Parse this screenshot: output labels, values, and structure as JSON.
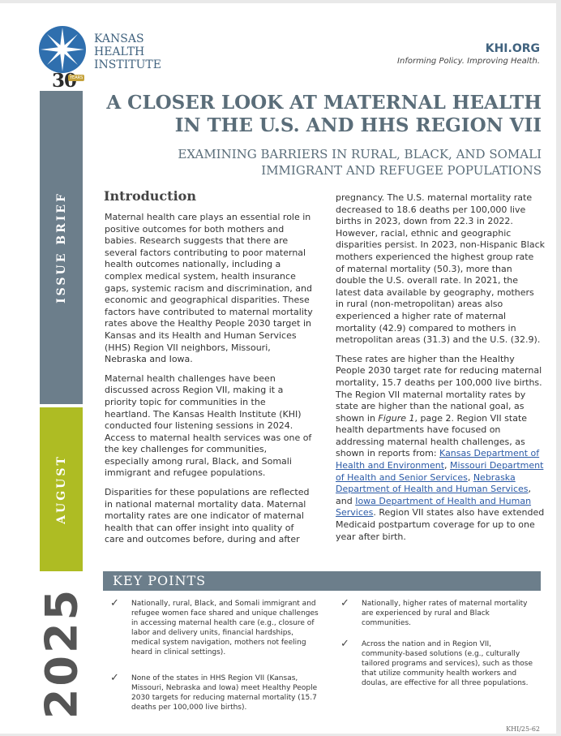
{
  "header": {
    "logo_lines": [
      "KANSAS",
      "HEALTH",
      "INSTITUTE"
    ],
    "logo_anniversary": "30",
    "logo_anniversary_badge": "YEARS",
    "site": "KHI.ORG",
    "tagline": "Informing Policy. Improving Health."
  },
  "sidebar": {
    "category": "ISSUE BRIEF",
    "month": "AUGUST",
    "year": "2025"
  },
  "title": {
    "line1": "A CLOSER LOOK AT MATERNAL HEALTH",
    "line2": "IN THE U.S. AND HHS REGION VII",
    "sub1": "EXAMINING BARRIERS IN RURAL, BLACK, AND SOMALI",
    "sub2": "IMMIGRANT AND REFUGEE POPULATIONS"
  },
  "intro": {
    "heading": "Introduction",
    "p1": "Maternal health care plays an essential role in positive outcomes for both mothers and babies. Research suggests that there are several factors contributing to poor maternal health outcomes nationally, including a complex medical system, health insurance gaps, systemic racism and discrimination, and economic and geographical disparities. These factors have contributed to maternal mortality rates above the Healthy People 2030 target in Kansas and its Health and Human Services (HHS) Region VII neighbors, Missouri, Nebraska and Iowa.",
    "p2": "Maternal health challenges have been discussed across Region VII, making it a priority topic for communities in the heartland. The Kansas Health Institute (KHI) conducted four listening sessions in 2024. Access to maternal health services was one of the key challenges for communities, especially among rural, Black, and Somali immigrant and refugee populations.",
    "p3": "Disparities for these populations are reflected in national maternal mortality data. Maternal mortality rates are one indicator of maternal health that can offer insight into quality of care and outcomes before, during and after",
    "p4": "pregnancy. The U.S. maternal mortality rate decreased to 18.6 deaths per 100,000 live births in 2023, down from 22.3 in 2022. However, racial, ethnic and geographic disparities persist. In 2023, non-Hispanic Black mothers experienced the highest group rate of maternal mortality (50.3), more than double the U.S. overall rate. In 2021, the latest data available by geography, mothers in rural (non-metropolitan) areas also experienced a higher rate of maternal mortality (42.9) compared to mothers in metropolitan areas (31.3) and the U.S. (32.9).",
    "p5a": "These rates are higher than the Healthy People 2030 target rate for reducing maternal mortality, 15.7 deaths per 100,000 live births. The Region VII maternal mortality rates by state are higher than the national goal, as shown in ",
    "p5_fig": "Figure 1",
    "p5b": ", page 2. Region VII state health departments have focused on addressing maternal health challenges, as shown in reports from: ",
    "link1": "Kansas Department of Health and Environment",
    "sep1": ", ",
    "link2": "Missouri Department of Health and Senior Services",
    "sep2": ", ",
    "link3": "Nebraska Department of Health and Human Services",
    "sep3": ", and ",
    "link4": "Iowa Department of Health and Human Services",
    "p5c": ". Region VII states also have extended Medicaid postpartum coverage for up to one year after birth."
  },
  "key_points": {
    "heading": "KEY POINTS",
    "items": [
      "Nationally, rural, Black, and Somali immigrant and refugee women face shared and unique challenges in accessing maternal health care (e.g., closure of labor and delivery units, financial hardships, medical system navigation, mothers not feeling heard in clinical settings).",
      "None of the states in HHS Region VII (Kansas, Missouri, Nebraska and Iowa) meet Healthy People 2030 targets for reducing maternal mortality (15.7 deaths per 100,000 live births).",
      "Nationally, higher rates of maternal mortality are experienced by rural and Black communities.",
      "Across the nation and in Region VII, community-based solutions (e.g., culturally tailored programs and services), such as those that utilize community health workers and doulas, are effective for all three populations."
    ]
  },
  "footer": {
    "doc_number": "KHI/25-62"
  }
}
